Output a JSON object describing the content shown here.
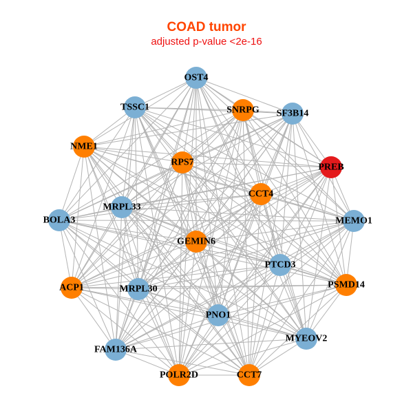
{
  "title": "COAD tumor",
  "subtitle": "adjusted p-value <2e-16",
  "colors": {
    "tumor": "#ff7f00",
    "normal": "#7bafd4",
    "highlight": "#e41a1c",
    "edge": "#b3b3b3"
  },
  "nodes": [
    {
      "id": "OST4",
      "group": "normal"
    },
    {
      "id": "TSSC1",
      "group": "normal"
    },
    {
      "id": "SNRPG",
      "group": "tumor"
    },
    {
      "id": "SF3B14",
      "group": "normal"
    },
    {
      "id": "NME1",
      "group": "tumor"
    },
    {
      "id": "RPS7",
      "group": "tumor"
    },
    {
      "id": "PREB",
      "group": "highlight"
    },
    {
      "id": "CCT4",
      "group": "tumor"
    },
    {
      "id": "BOLA3",
      "group": "normal"
    },
    {
      "id": "MRPL33",
      "group": "normal"
    },
    {
      "id": "MEMO1",
      "group": "normal"
    },
    {
      "id": "GEMIN6",
      "group": "tumor"
    },
    {
      "id": "PTCD3",
      "group": "normal"
    },
    {
      "id": "ACP1",
      "group": "tumor"
    },
    {
      "id": "MRPL30",
      "group": "normal"
    },
    {
      "id": "PSMD14",
      "group": "tumor"
    },
    {
      "id": "PNO1",
      "group": "normal"
    },
    {
      "id": "MYEOV2",
      "group": "normal"
    },
    {
      "id": "FAM136A",
      "group": "normal"
    },
    {
      "id": "POLR2D",
      "group": "tumor"
    },
    {
      "id": "CCT7",
      "group": "tumor"
    }
  ],
  "edges": "all-pairs"
}
